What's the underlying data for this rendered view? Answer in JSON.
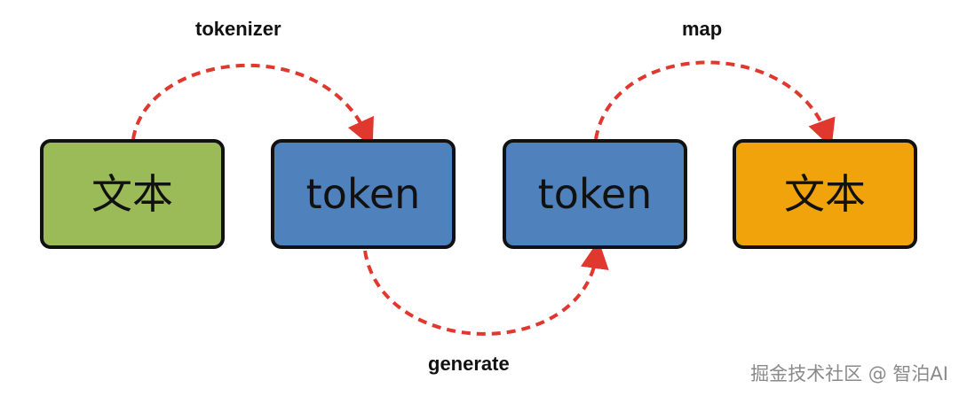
{
  "nodes": [
    {
      "label": "文本",
      "fill": "#9bbb59"
    },
    {
      "label": "token",
      "fill": "#4f81bd"
    },
    {
      "label": "token",
      "fill": "#4f81bd"
    },
    {
      "label": "文本",
      "fill": "#f0a30a"
    }
  ],
  "edges": [
    {
      "from": 0,
      "to": 1,
      "label": "tokenizer"
    },
    {
      "from": 1,
      "to": 2,
      "label": "generate"
    },
    {
      "from": 2,
      "to": 3,
      "label": "map"
    }
  ],
  "style": {
    "arrow_color": "#e0382e",
    "border_color": "#111111"
  },
  "watermark": "掘金技术社区 @ 智泊AI"
}
